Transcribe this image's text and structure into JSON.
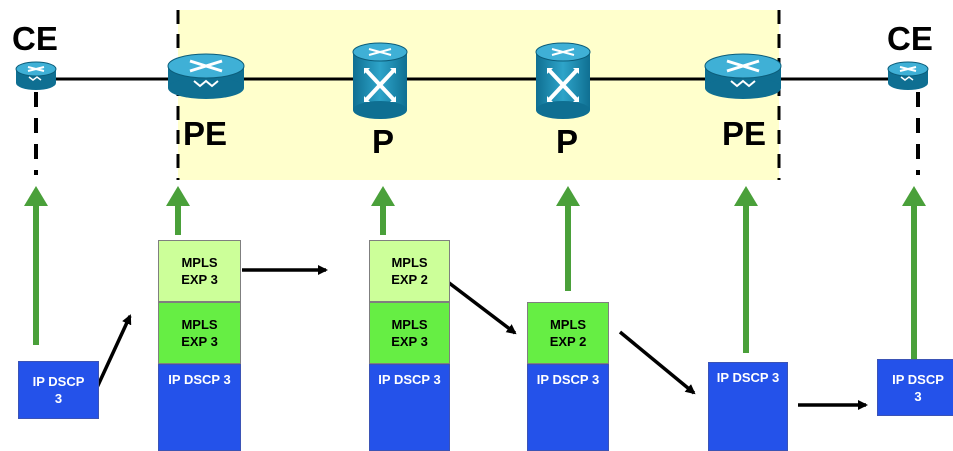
{
  "labels": {
    "ce_left": "CE",
    "ce_right": "CE",
    "pe_left": "PE",
    "p_1": "P",
    "p_2": "P",
    "pe_right": "PE"
  },
  "stacks": {
    "ce_left": {
      "ip": "IP DSCP\n3"
    },
    "pe_left": {
      "top": "MPLS\nEXP 3",
      "mid": "MPLS\nEXP 3",
      "ip": "IP DSCP 3"
    },
    "p_1": {
      "top": "MPLS\nEXP 2",
      "mid": "MPLS\nEXP 3",
      "ip": "IP DSCP 3"
    },
    "p_2": {
      "top": "MPLS\nEXP 2",
      "ip": "IP DSCP 3"
    },
    "pe_right": {
      "ip": "IP DSCP 3"
    },
    "ce_right": {
      "ip": "IP DSCP\n3"
    }
  },
  "colors": {
    "provider_zone": "#ffffcc",
    "router_body": "#1a8ab0",
    "router_top": "#3fb0d6",
    "green_arrow": "#4aa03a",
    "mpls_top": "#ccff99",
    "mpls_mid": "#66ee44",
    "ip_blue": "#2452ea"
  },
  "icons": [
    "router-icon",
    "switch-router-icon"
  ]
}
